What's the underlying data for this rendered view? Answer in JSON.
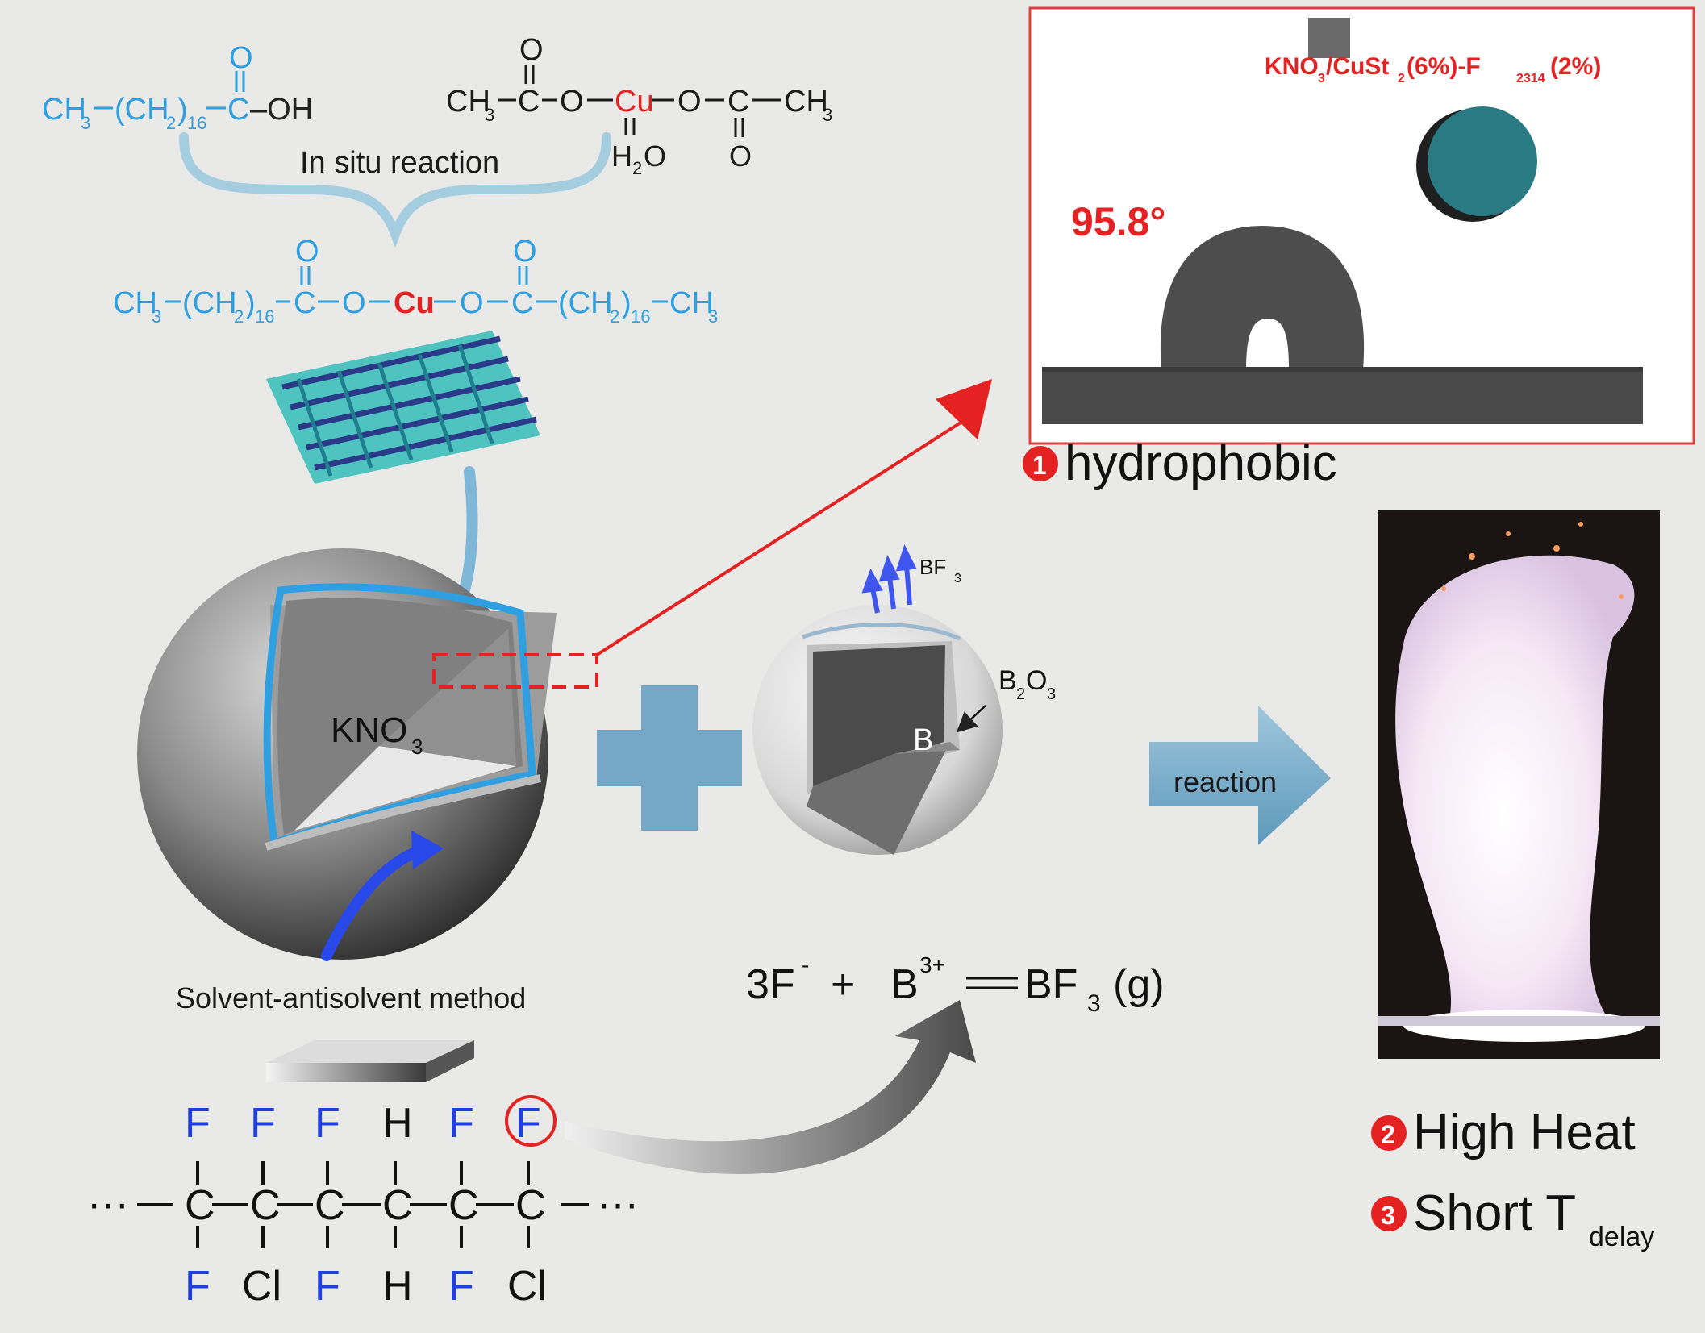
{
  "top_chem": {
    "acid": {
      "ch3": "CH",
      "sub3": "3",
      "dash": "–",
      "ch2": "(CH",
      "sub2": "2",
      "close": ")",
      "n": "16",
      "c": "C",
      "oh": "–OH",
      "o": "O"
    },
    "acetate": {
      "ch3": "CH",
      "sub3": "3",
      "c": "C",
      "o_bridge": "O",
      "cu": "Cu",
      "o_top": "O",
      "o_bottom": "O",
      "h2o_h": "H",
      "h2o_sub": "2",
      "h2o_o": "O"
    },
    "in_situ": "In situ reaction",
    "stearate": {
      "ch3": "CH",
      "sub3": "3",
      "ch2": "(CH",
      "sub2": "2",
      "close": ")",
      "n": "16",
      "c": "C",
      "o": "O",
      "cu": "Cu"
    }
  },
  "core_label": {
    "main": "KNO",
    "sub": "3"
  },
  "boron": {
    "core": "B",
    "shell_main": "B",
    "shell_sub1": "2",
    "shell_o": "O",
    "shell_sub2": "3",
    "gas_main": "BF",
    "gas_sub": "3"
  },
  "method_label": "Solvent-antisolvent method",
  "reaction_arrow_label": "reaction",
  "equation": {
    "three_f": "3F",
    "minus": "-",
    "plus": "+",
    "b": "B",
    "b_charge": "3+",
    "eq": "═",
    "bf": "BF",
    "bf_sub": "3",
    "gas": "(g)"
  },
  "polymer": {
    "top": [
      "F",
      "F",
      "F",
      "H",
      "F",
      "F"
    ],
    "bottom": [
      "F",
      "Cl",
      "F",
      "H",
      "F",
      "Cl"
    ],
    "backbone_atom": "C",
    "ellipsis": "···"
  },
  "contact_angle": {
    "value": "95.8°",
    "sample": {
      "a": "KNO",
      "a_sub": "3",
      "b": "/CuSt",
      "b_sub": "2",
      "c": "(6%)-F",
      "c_sub": "2314",
      "d": "(2%)"
    }
  },
  "properties": [
    {
      "num": "1",
      "label": "hydrophobic"
    },
    {
      "num": "2",
      "label": "High Heat"
    },
    {
      "num": "3",
      "label": "Short T",
      "sub": "delay"
    }
  ],
  "colors": {
    "accent_blue": "#2e9fe0",
    "red": "#e52222",
    "arrow_blue": "#6ea8c8",
    "dark": "#1a1a1a",
    "f_blue": "#1f3fe0"
  }
}
